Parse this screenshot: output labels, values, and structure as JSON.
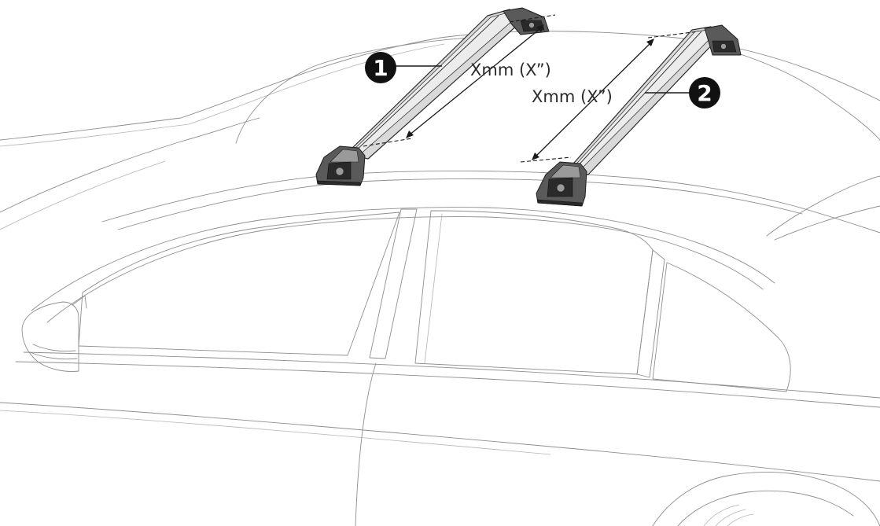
{
  "callouts": [
    {
      "number": "1"
    },
    {
      "number": "2"
    }
  ],
  "dimensions": [
    {
      "label": "Xmm (X”)"
    },
    {
      "label": "Xmm (X”)"
    }
  ],
  "colors": {
    "line_art": "#8e8e8e",
    "bar": "#d9d9d9",
    "foot": "#5a5a5a",
    "ink": "#1a1a1a"
  }
}
